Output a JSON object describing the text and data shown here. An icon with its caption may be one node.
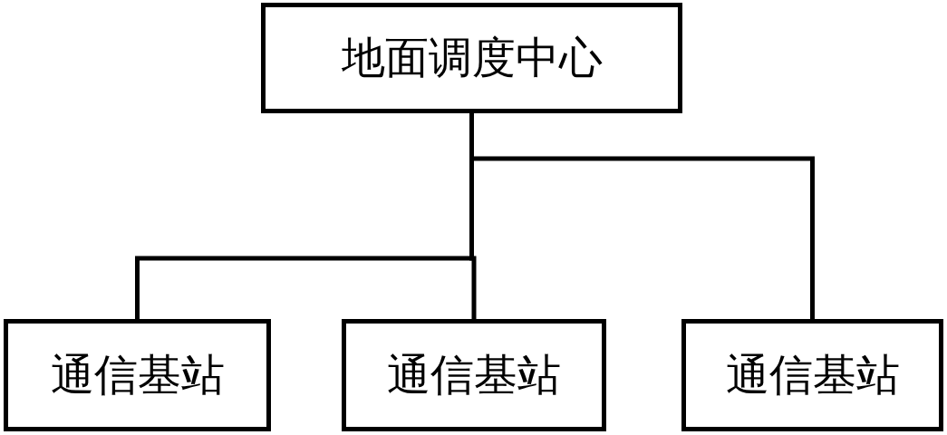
{
  "diagram": {
    "nodes": [
      {
        "text": [
          "地面调度中心"
        ]
      },
      {
        "text": [
          "通信基站"
        ]
      },
      {
        "text": [
          "通信基站"
        ]
      },
      {
        "text": [
          "通信基站"
        ]
      }
    ],
    "edges": [
      {
        "from": 0,
        "to": 1,
        "arrow": "none"
      },
      {
        "from": 0,
        "to": 2,
        "arrow": "none"
      },
      {
        "from": 0,
        "to": 3,
        "arrow": "none"
      }
    ]
  }
}
